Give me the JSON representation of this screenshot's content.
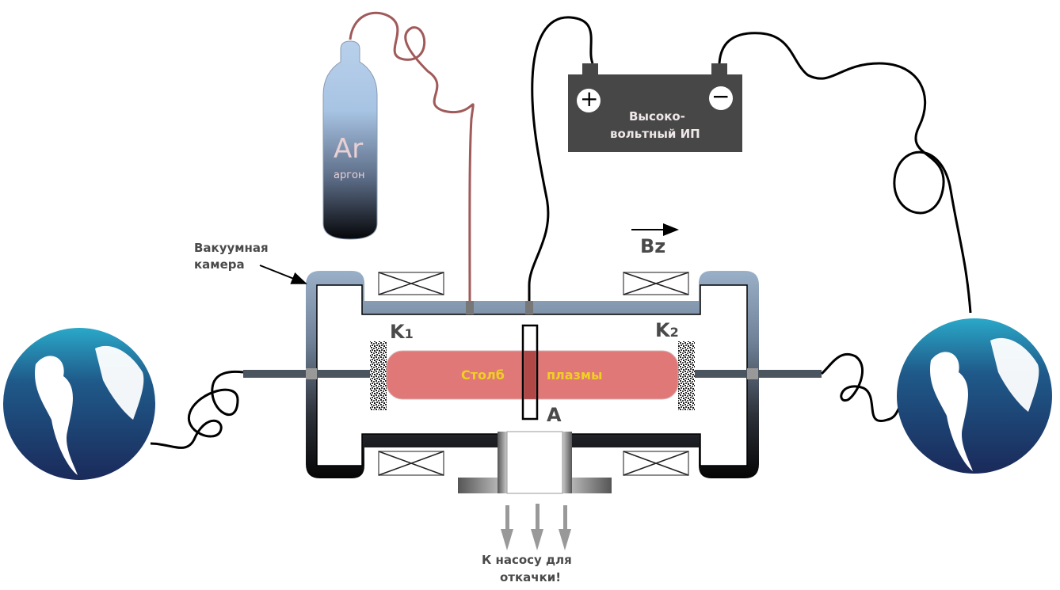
{
  "diagram": {
    "gas_cylinder": {
      "symbol": "Ar",
      "name": "аргон"
    },
    "power_supply": {
      "line1": "Высоко-",
      "line2": "вольтный ИП",
      "plus": "+",
      "minus": "−"
    },
    "chamber_label": {
      "line1": "Вакуумная",
      "line2": "камера"
    },
    "field_label": "Bz",
    "cathode1": {
      "letter": "K",
      "index": "1"
    },
    "cathode2": {
      "letter": "K",
      "index": "2"
    },
    "anode_label": "A",
    "plasma": {
      "word1": "Столб",
      "word2": "плазмы"
    },
    "pump_label": {
      "line1": "К насосу для",
      "line2": "откачки!"
    }
  },
  "colors": {
    "plasma": "#e07878",
    "plasma_text": "#f0d020",
    "supply_body": "#474747",
    "label_text": "#4a4a4a",
    "gas_hose": "#a05a5a",
    "globe_top": "#2aa8c8",
    "globe_bottom": "#1a2a5a"
  }
}
